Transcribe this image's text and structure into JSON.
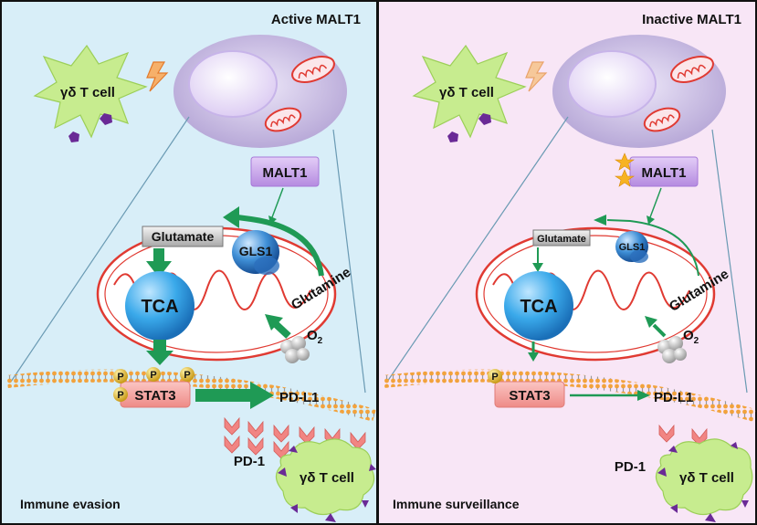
{
  "left_panel": {
    "title": "Active MALT1",
    "gd_top": "γδ T cell",
    "malt1": "MALT1",
    "glutamate": "Glutamate",
    "gls1": "GLS1",
    "glutamine": "Glutamine",
    "tca": "TCA",
    "o2": "O",
    "o2_sub": "2",
    "p": "P",
    "stat3": "STAT3",
    "pdl1": "PD-L1",
    "pd1": "PD-1",
    "gd_bottom": "γδ T cell",
    "caption": "Immune evasion"
  },
  "right_panel": {
    "title": "Inactive MALT1",
    "gd_top": "γδ T cell",
    "malt1": "MALT1",
    "glutamate": "Glutamate",
    "gls1": "GLS1",
    "glutamine": "Glutamine",
    "tca": "TCA",
    "o2": "O",
    "o2_sub": "2",
    "p": "P",
    "stat3": "STAT3",
    "pdl1": "PD-L1",
    "pd1": "PD-1",
    "gd_bottom": "γδ T cell",
    "caption": "Immune surveillance"
  },
  "colors": {
    "left_bg": "#d8eef8",
    "right_bg": "#f8e6f6",
    "arrow_green": "#1f9a55",
    "mito_red": "#e03a32",
    "stat3_pink": "#f4a3a0",
    "malt1_purple": "#c9a6e6",
    "tca_blue": "#2a9fe4",
    "tcell_green": "#c7ec8f",
    "spike_purple": "#6a2a96",
    "bolt_orange": "#f08a3c"
  }
}
